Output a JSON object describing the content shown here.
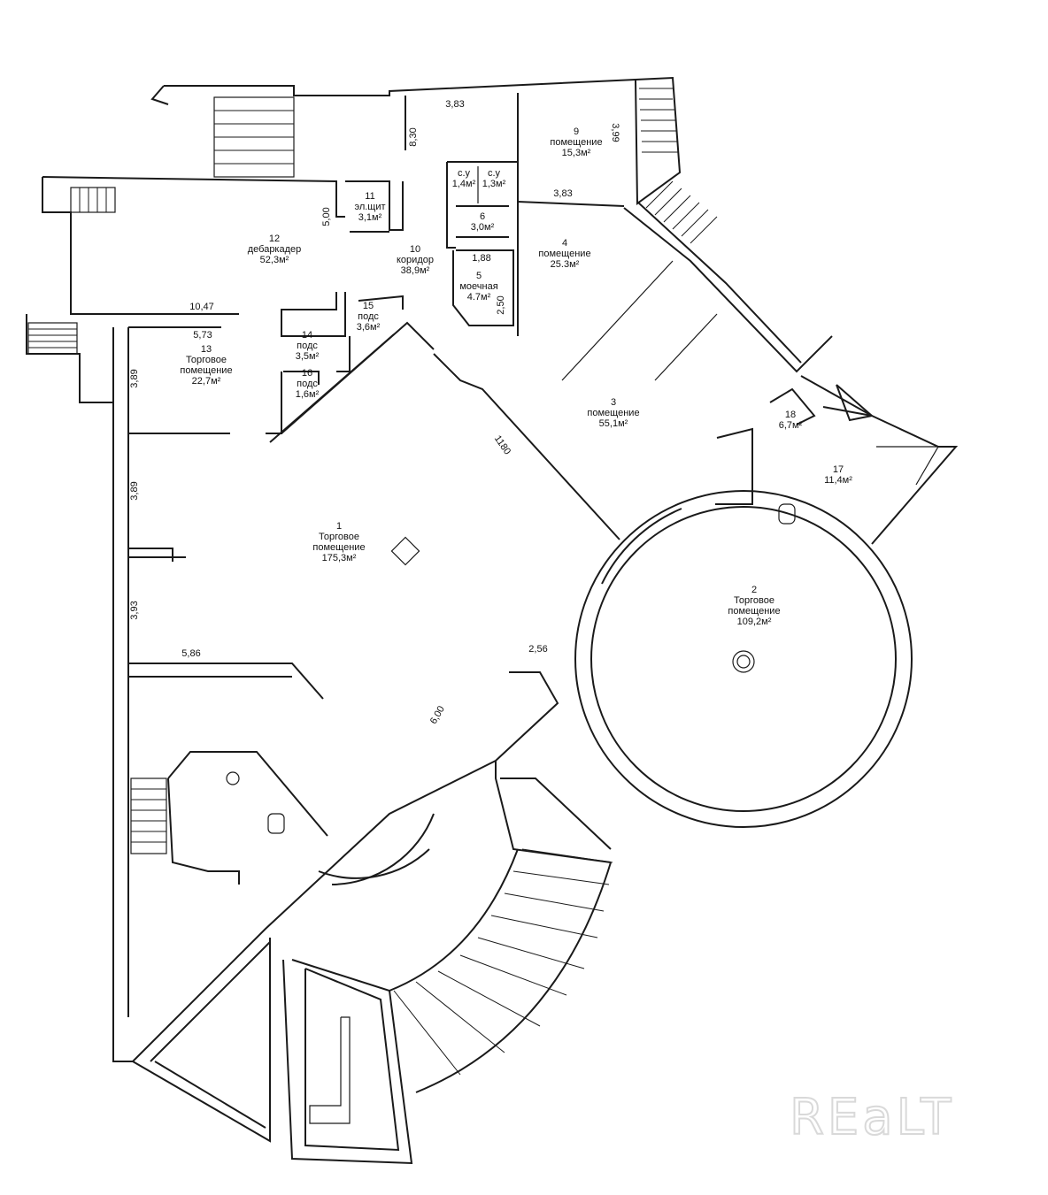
{
  "watermark": "REaLT",
  "rooms": [
    {
      "id": "room-1",
      "number": "1",
      "name": "Торговое",
      "name2": "помещение",
      "area": "175,3м²"
    },
    {
      "id": "room-2",
      "number": "2",
      "name": "Торговое",
      "name2": "помещение",
      "area": "109,2м²"
    },
    {
      "id": "room-3",
      "number": "3",
      "name": "помещение",
      "name2": "",
      "area": "55,1м²"
    },
    {
      "id": "room-4",
      "number": "4",
      "name": "помещение",
      "name2": "",
      "area": "25.3м²"
    },
    {
      "id": "room-5",
      "number": "5",
      "name": "моечная",
      "name2": "",
      "area": "4.7м²"
    },
    {
      "id": "room-6",
      "number": "6",
      "name": "",
      "name2": "",
      "area": "3,0м²"
    },
    {
      "id": "room-9",
      "number": "9",
      "name": "помещение",
      "name2": "",
      "area": "15,3м²"
    },
    {
      "id": "room-10",
      "number": "10",
      "name": "коридор",
      "name2": "",
      "area": "38,9м²"
    },
    {
      "id": "room-11",
      "number": "11",
      "name": "эл.щит",
      "name2": "",
      "area": "3,1м²"
    },
    {
      "id": "room-12",
      "number": "12",
      "name": "дебаркадер",
      "name2": "",
      "area": "52,3м²"
    },
    {
      "id": "room-13",
      "number": "13",
      "name": "Торговое",
      "name2": "помещение",
      "area": "22,7м²"
    },
    {
      "id": "room-14",
      "number": "14",
      "name": "подс",
      "name2": "",
      "area": "3,5м²"
    },
    {
      "id": "room-15",
      "number": "15",
      "name": "подс",
      "name2": "",
      "area": "3,6м²"
    },
    {
      "id": "room-16",
      "number": "16",
      "name": "подс",
      "name2": "",
      "area": "1,6м²"
    },
    {
      "id": "room-17",
      "number": "17",
      "name": "",
      "name2": "",
      "area": "11,4м²"
    },
    {
      "id": "room-18",
      "number": "18",
      "name": "",
      "name2": "",
      "area": "6,7м²"
    },
    {
      "id": "room-su1",
      "number": "",
      "name": "с.у",
      "name2": "",
      "area": "1,4м²"
    },
    {
      "id": "room-su2",
      "number": "",
      "name": "с.у",
      "name2": "",
      "area": "1,3м²"
    }
  ],
  "dimensions": {
    "d_383_top": "3,83",
    "d_383_mid": "3,83",
    "d_830": "8,30",
    "d_399": "3,99",
    "d_500": "5,00",
    "d_1047": "10,47",
    "d_573": "5,73",
    "d_389_a": "3,89",
    "d_389_b": "3,89",
    "d_393": "3,93",
    "d_586": "5,86",
    "d_256": "2,56",
    "d_600": "6,00",
    "d_1180": "1180",
    "d_188": "1,88",
    "d_250": "2,50"
  }
}
